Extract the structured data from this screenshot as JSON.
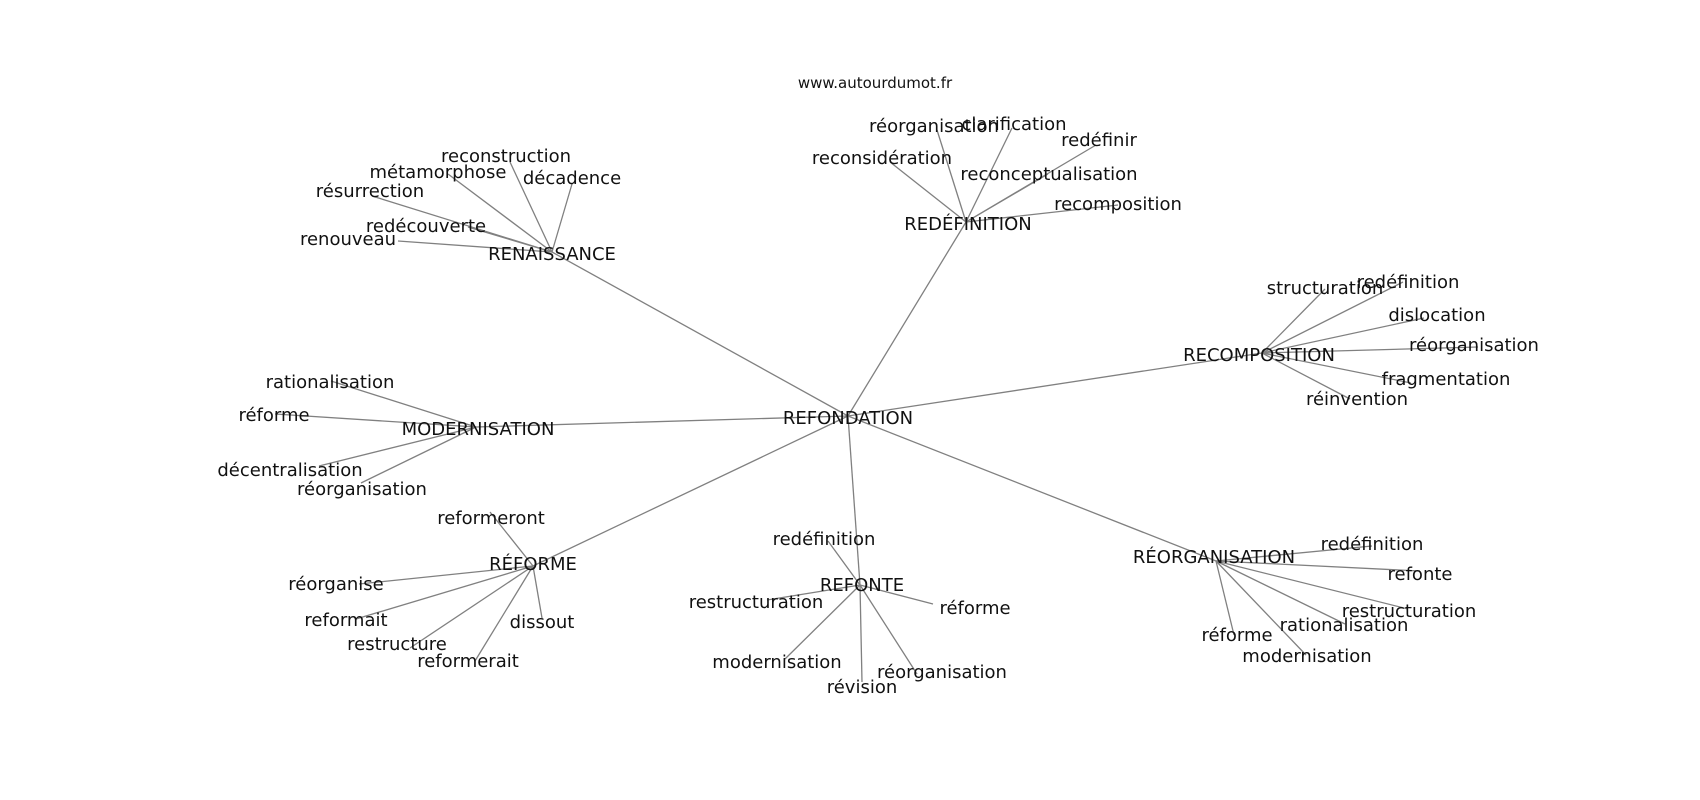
{
  "source": "www.autourdumot.fr",
  "root": "REFONDATION",
  "clusters": [
    {
      "id": "renaissance",
      "label": "RENAISSANCE",
      "children": [
        "reconstruction",
        "métamorphose",
        "décadence",
        "résurrection",
        "redécouverte",
        "renouveau"
      ]
    },
    {
      "id": "redefinition",
      "label": "REDÉFINITION",
      "children": [
        "réorganisation",
        "clarification",
        "redéfinir",
        "reconsidération",
        "reconceptualisation",
        "recomposition"
      ]
    },
    {
      "id": "recomposition",
      "label": "RECOMPOSITION",
      "children": [
        "structuration",
        "redéfinition",
        "dislocation",
        "réorganisation",
        "fragmentation",
        "réinvention"
      ]
    },
    {
      "id": "modernisation",
      "label": "MODERNISATION",
      "children": [
        "rationalisation",
        "réforme",
        "décentralisation",
        "réorganisation"
      ]
    },
    {
      "id": "reforme",
      "label": "RÉFORME",
      "children": [
        "reformeront",
        "réorganise",
        "reformait",
        "dissout",
        "restructure",
        "reformerait"
      ]
    },
    {
      "id": "refonte",
      "label": "REFONTE",
      "children": [
        "redéfinition",
        "restructuration",
        "réforme",
        "modernisation",
        "réorganisation",
        "révision"
      ]
    },
    {
      "id": "reorganisation",
      "label": "RÉORGANISATION",
      "children": [
        "redéfinition",
        "refonte",
        "restructuration",
        "rationalisation",
        "réforme",
        "modernisation"
      ]
    }
  ]
}
